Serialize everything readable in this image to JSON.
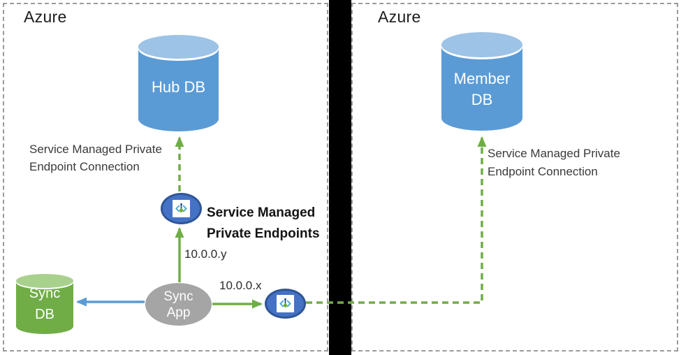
{
  "diagram": {
    "left_region": {
      "title": "Azure",
      "hub_db_label": "Hub DB",
      "sync_db_label": "Sync\nDB",
      "sync_app_label": "Sync\nApp",
      "connection_label": "Service Managed Private\nEndpoint Connection",
      "endpoints_label": "Service Managed\nPrivate Endpoints",
      "ip_label_y": "10.0.0.y",
      "ip_label_x": "10.0.0.x"
    },
    "right_region": {
      "title": "Azure",
      "member_db_label": "Member\nDB",
      "connection_label": "Service Managed Private\nEndpoint Connection"
    },
    "icons": {
      "endpoint_icon": "private-endpoint-icon"
    },
    "colors": {
      "db_blue": "#5B9BD5",
      "db_blue_top": "#9DC3E6",
      "db_green": "#70AD47",
      "db_green_top": "#A9D18E",
      "app_gray": "#A5A5A5",
      "endpoint_fill": "#4472C4",
      "endpoint_border": "#2F5597",
      "arrow_green": "#70AD47",
      "arrow_blue": "#5B9BD5",
      "divider_black": "#000000",
      "region_border_gray": "#9B9B9B"
    }
  }
}
